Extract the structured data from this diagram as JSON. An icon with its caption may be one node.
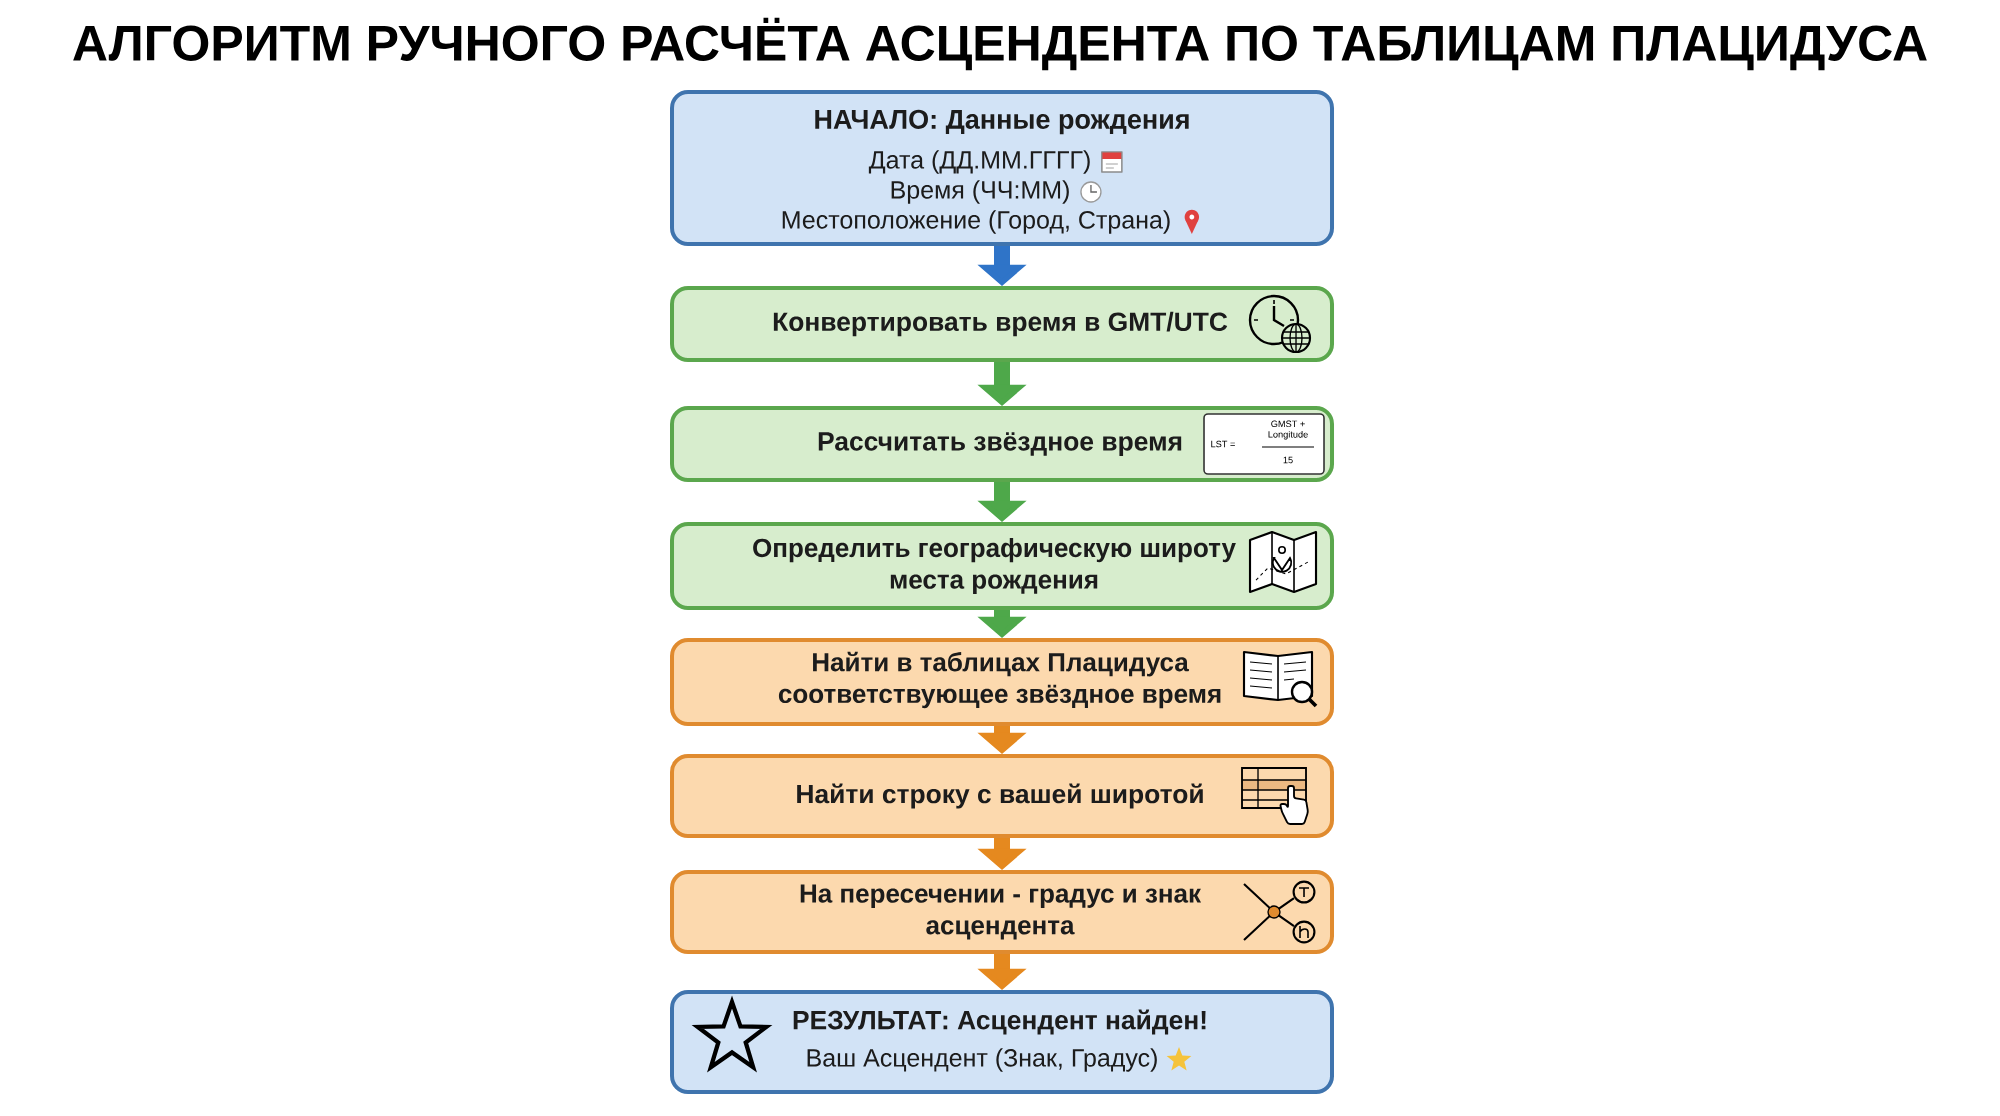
{
  "diagram": {
    "title": "АЛГОРИТМ РУЧНОГО РАСЧЁТА АСЦЕНДЕНТА ПО ТАБЛИЦАМ ПЛАЦИДУСА",
    "nodes": [
      {
        "text": [
          "НАЧАЛО: Данные рождения",
          "Дата (ДД.ММ.ГГГГ)",
          "Время (ЧЧ:ММ)",
          "Местоположение (Город, Страна)"
        ]
      },
      {
        "text": [
          "Конвертировать время в GMT/UTC"
        ]
      },
      {
        "text": [
          "Рассчитать звёздное время"
        ]
      },
      {
        "text": [
          "LST =",
          "GMST + Longitude",
          "15"
        ],
        "in": 2
      },
      {
        "text": [
          "Определить географическую широту места рождения"
        ]
      },
      {
        "text": [
          "Найти в таблицах Плацидуса соответствующее звёздное время"
        ]
      },
      {
        "text": [
          "Найти строку с вашей широтой"
        ]
      },
      {
        "text": [
          "На пересечении - градус и знак асцендента"
        ]
      },
      {
        "text": [
          "РЕЗУЛЬТАТ: Асцендент найден!",
          "Ваш Асцендент (Знак, Градус)"
        ]
      }
    ],
    "edges": [
      {
        "from": 0,
        "to": 1,
        "arrow": "to",
        "color": "#2f74c8"
      },
      {
        "from": 1,
        "to": 2,
        "arrow": "to"
      },
      {
        "from": 2,
        "to": 4,
        "arrow": "to"
      },
      {
        "from": 4,
        "to": 5,
        "arrow": "to"
      },
      {
        "from": 5,
        "to": 6,
        "arrow": "to",
        "color": "#e5891f"
      },
      {
        "from": 6,
        "to": 7,
        "arrow": "to",
        "color": "#e5891f"
      },
      {
        "from": 7,
        "to": 8,
        "arrow": "to",
        "color": "#e5891f"
      }
    ]
  }
}
